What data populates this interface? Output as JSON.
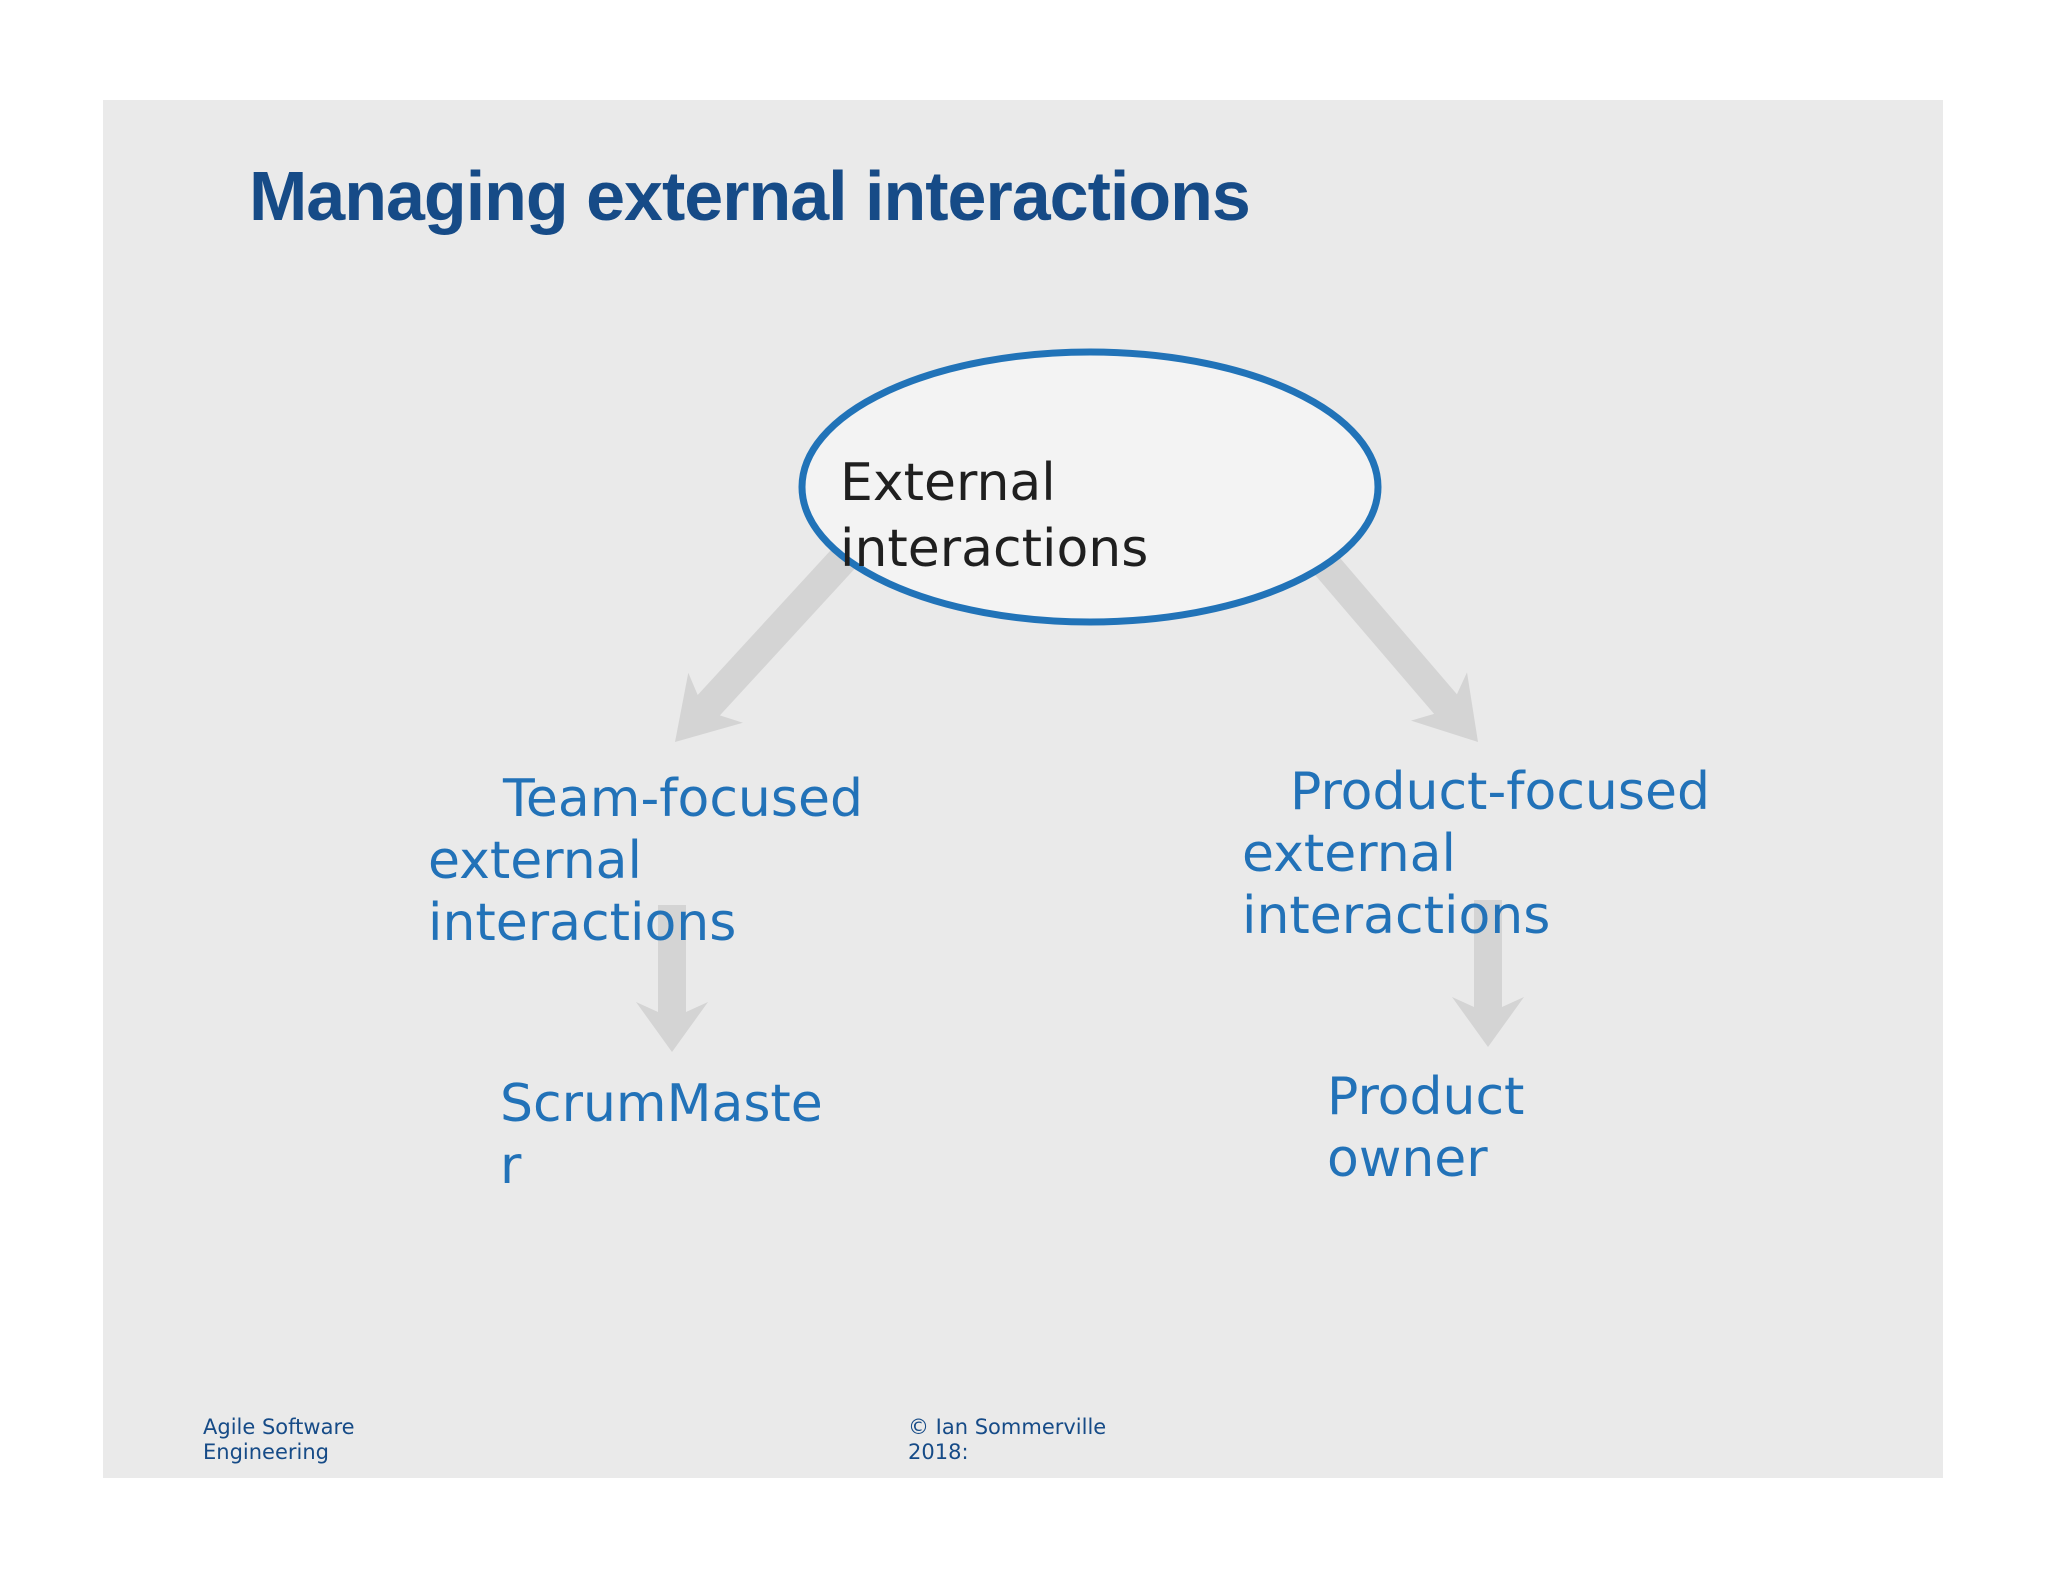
{
  "slide": {
    "title": "Managing external interactions",
    "root_node": {
      "lines": [
        "External",
        "interactions"
      ]
    },
    "left_branch": {
      "lines": [
        "Team-focused",
        "external",
        "interactions"
      ]
    },
    "right_branch": {
      "lines": [
        "Product-focused",
        "external",
        "interactions"
      ]
    },
    "left_leaf": {
      "lines": [
        "ScrumMaste",
        "r"
      ]
    },
    "right_leaf": {
      "lines": [
        "Product",
        "owner"
      ]
    },
    "footer_left": {
      "lines": [
        "Agile Software",
        "Engineering"
      ]
    },
    "footer_center": {
      "lines": [
        "© Ian Sommerville",
        "2018:"
      ]
    }
  },
  "colors": {
    "page-bg": "#ffffff",
    "slide-bg": "#eaeaea",
    "title-blue": "#164b87",
    "body-blue": "#2272b8",
    "node-text-dark": "#1f1f1f",
    "ellipse-stroke": "#2173b8",
    "ellipse-fill": "#f3f3f3",
    "arrow-gray": "#d4d4d4"
  }
}
